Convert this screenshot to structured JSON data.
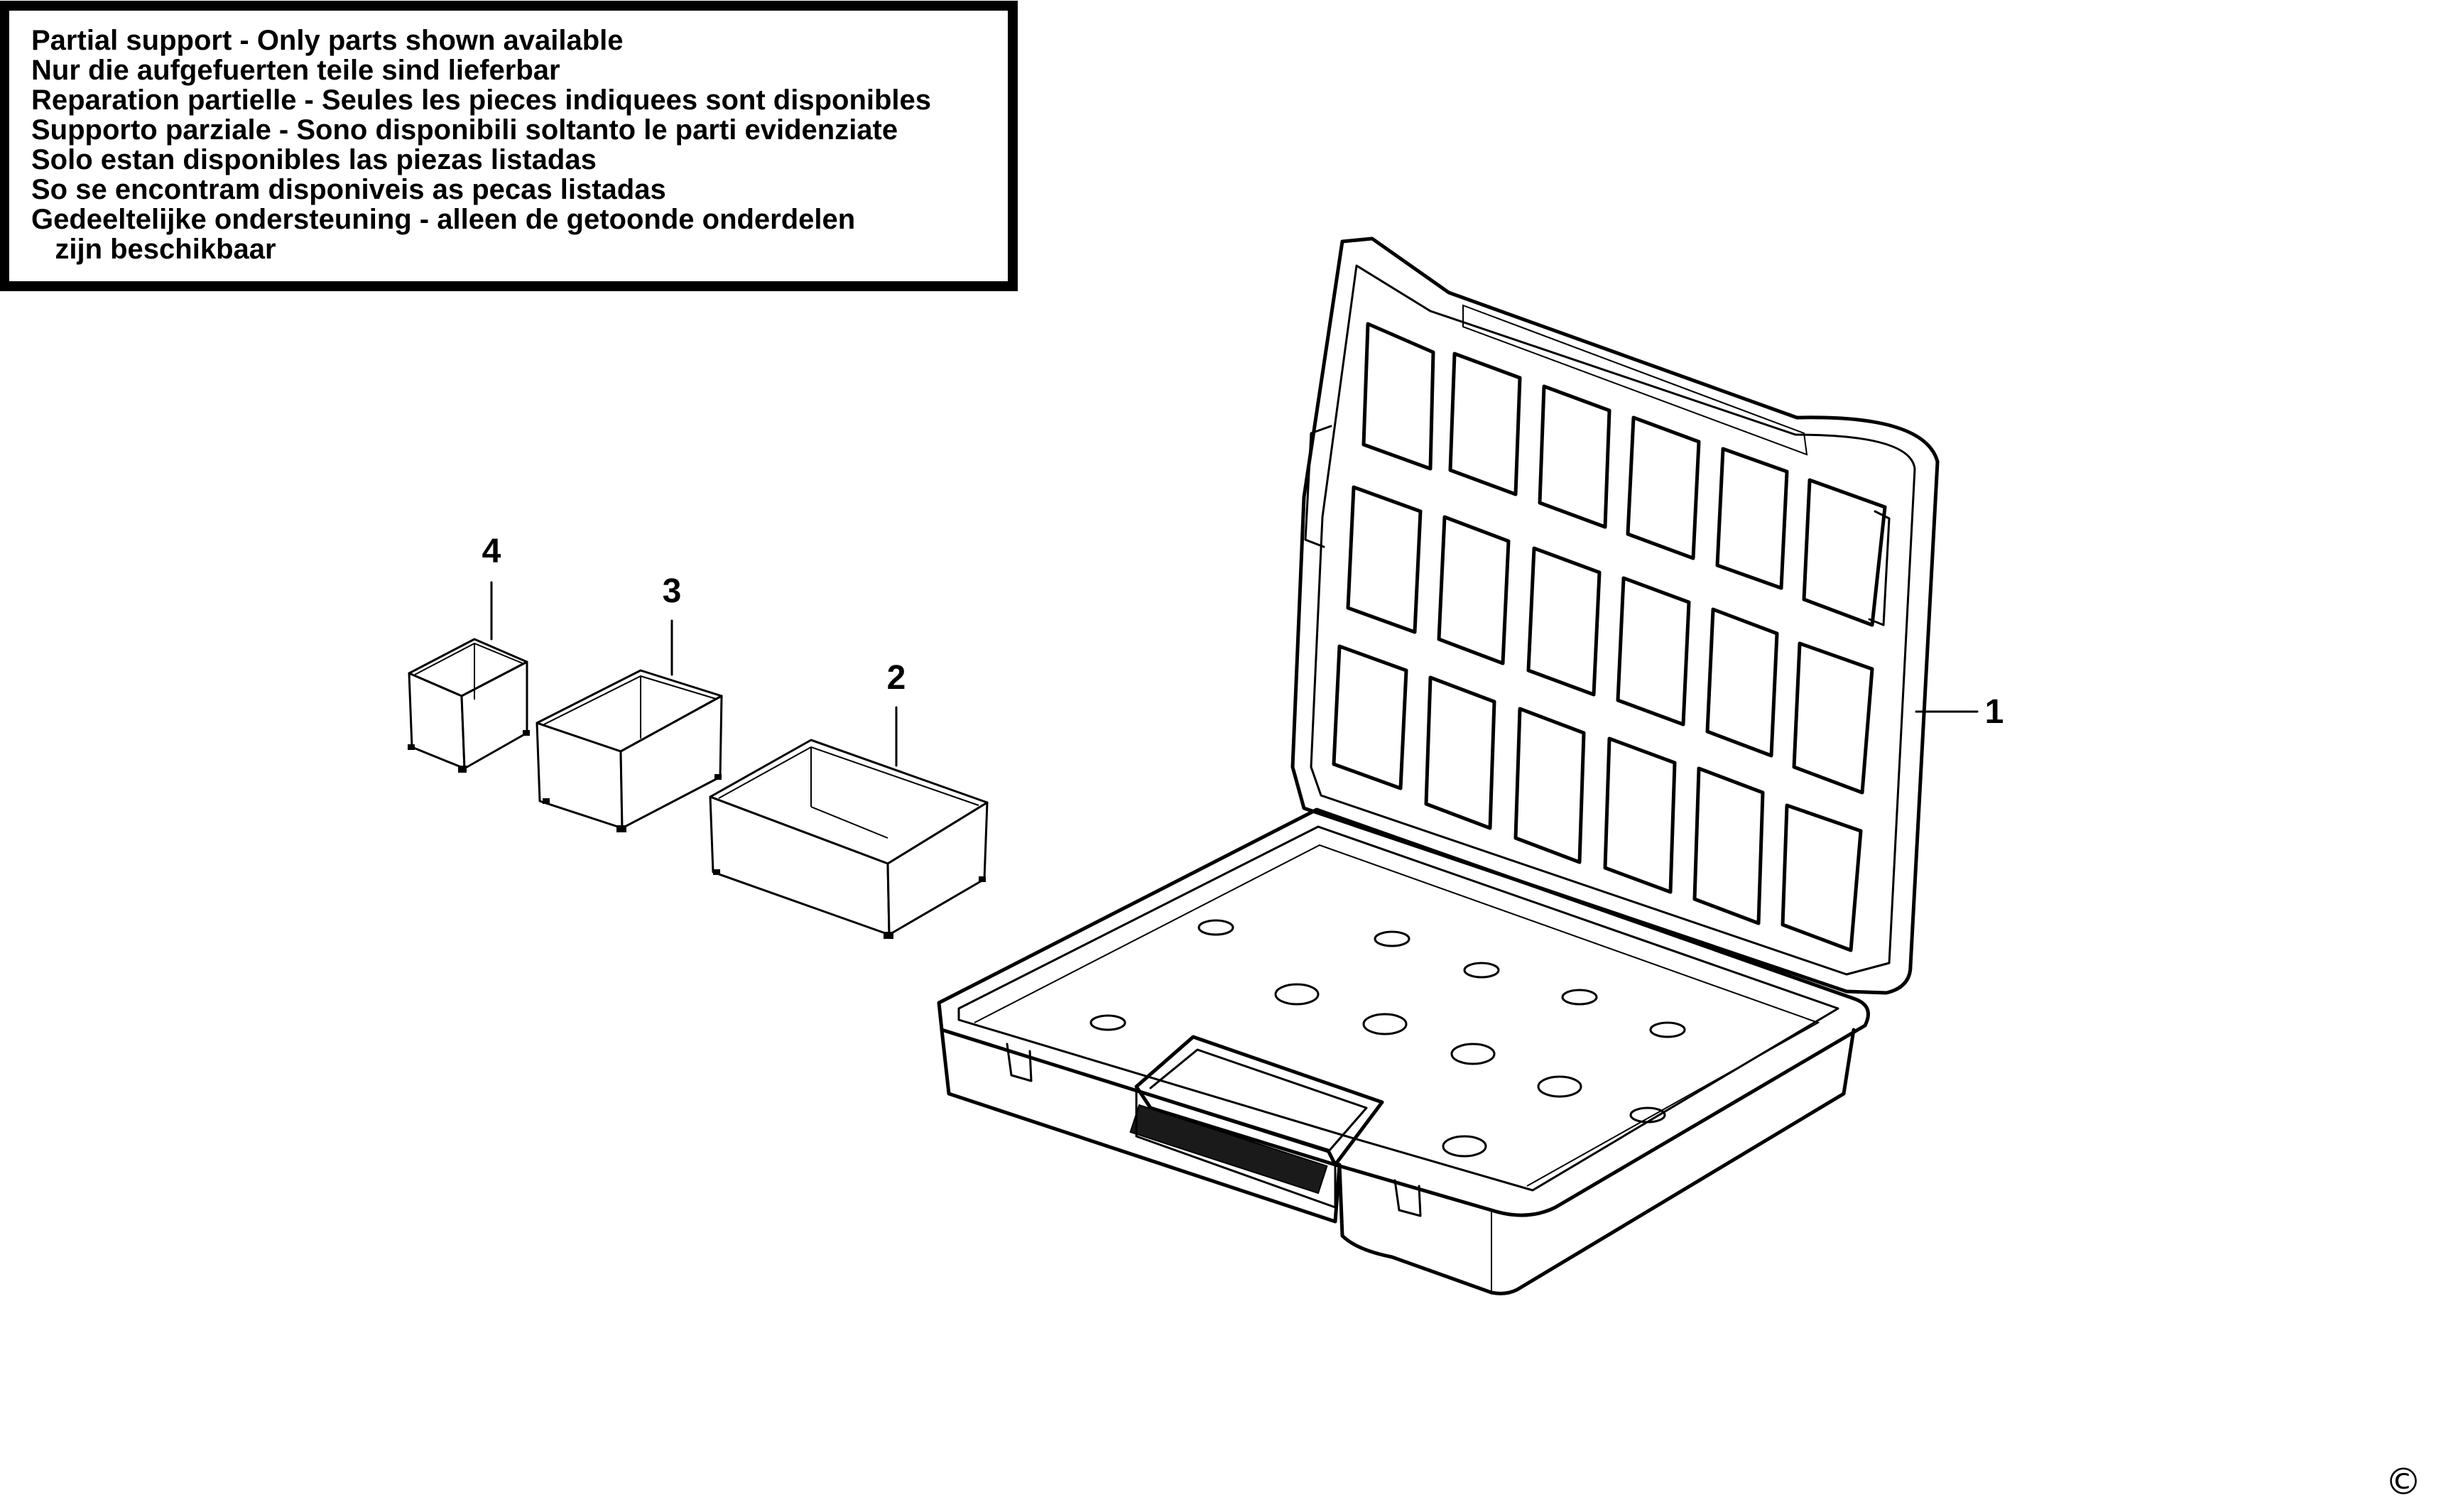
{
  "notice": {
    "lines": [
      "Partial support - Only parts shown available",
      "Nur die aufgefuerten teile sind lieferbar",
      "Reparation partielle - Seules les pieces indiquees sont disponibles",
      "Supporto parziale - Sono disponibili soltanto le parti evidenziate",
      "Solo estan disponibles las piezas listadas",
      "So se encontram disponiveis as pecas listadas",
      "Gedeeltelijke ondersteuning - alleen de getoonde onderdelen",
      "   zijn beschikbaar"
    ]
  },
  "callouts": {
    "case": "1",
    "large_bin": "2",
    "medium_bin": "3",
    "small_bin": "4"
  },
  "copyright": "©"
}
